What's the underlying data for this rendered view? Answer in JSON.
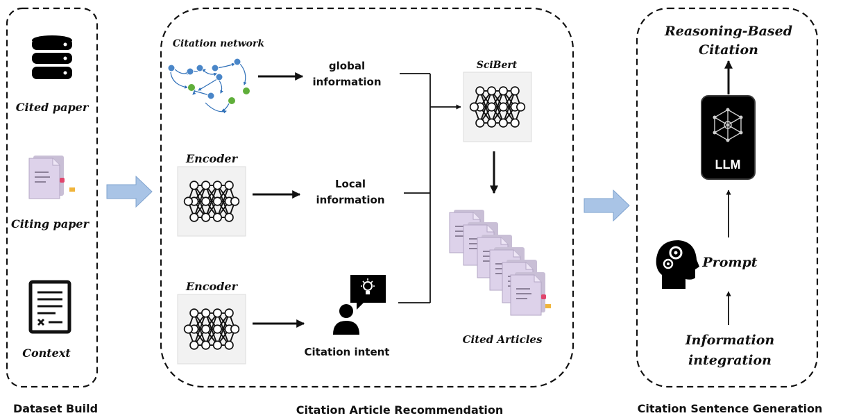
{
  "dataset_build": {
    "label": "Dataset Build",
    "cited_paper": "Cited paper",
    "citing_paper": "Citing paper",
    "context": "Context"
  },
  "recommendation": {
    "label": "Citation Article Recommendation",
    "citation_network": "Citation network",
    "global_info": [
      "global",
      "information"
    ],
    "encoder_1": "Encoder",
    "local_info": [
      "Local",
      "information"
    ],
    "encoder_2": "Encoder",
    "citation_intent": "Citation intent",
    "scibert": "SciBert",
    "cited_articles": "Cited Articles"
  },
  "generation": {
    "label": "Citation Sentence Generation",
    "output": [
      "Reasoning-Based",
      "Citation"
    ],
    "llm": "LLM",
    "prompt": "Prompt",
    "integration": [
      "Information",
      "integration"
    ]
  },
  "colors": {
    "arrow_fill": "#a9c4e6",
    "arrow_stroke": "#7fa3cf",
    "node_blue": "#4a86c8",
    "node_green": "#5fae3a",
    "doc_fill": "#ddd2ea",
    "llm_bg": "#000000"
  }
}
